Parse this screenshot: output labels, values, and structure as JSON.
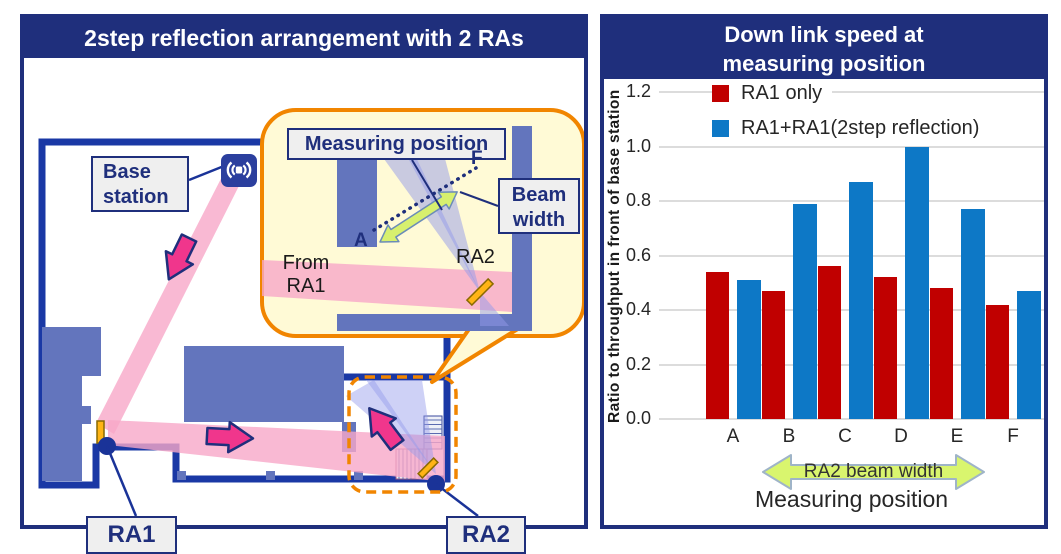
{
  "colors": {
    "navy": "#1f2f7c",
    "wall_blue": "#1a38a5",
    "obstacle_slate": "#6375bd",
    "beam_pink": "#f7a7c8",
    "beam_purple": "#9399ea",
    "arrow_magenta": "#f0368c",
    "balloon_yellow": "#fffad6",
    "balloon_orange": "#f18500",
    "mirror_yellow": "#ffb415",
    "bar_red": "#c00000",
    "bar_blue": "#0d78c6",
    "green_arrow": "#d9f56e"
  },
  "left_panel": {
    "title": "2step reflection arrangement with 2 RAs",
    "labels": {
      "base_station": "Base station",
      "ra1": "RA1",
      "ra2": "RA2"
    },
    "inset": {
      "measuring_position": "Measuring position",
      "beam_width": "Beam width",
      "from_ra1": "From RA1",
      "ra2": "RA2",
      "point_a": "A",
      "point_f": "F"
    }
  },
  "right_panel": {
    "title": "Down link speed at measuring position"
  },
  "chart_data": {
    "type": "bar",
    "title": "Down link speed at measuring position",
    "categories": [
      "A",
      "B",
      "C",
      "D",
      "E",
      "F"
    ],
    "series": [
      {
        "name": "RA1 only",
        "color": "#c00000",
        "values": [
          0.54,
          0.47,
          0.56,
          0.52,
          0.48,
          0.42
        ]
      },
      {
        "name": "RA1+RA1(2step reflection)",
        "color": "#0d78c6",
        "values": [
          0.51,
          0.79,
          0.87,
          1.0,
          0.77,
          0.47
        ]
      }
    ],
    "xlabel": "Measuring position",
    "ylabel": "Ratio to throughput in front of base station",
    "ylim": [
      0,
      1.2
    ],
    "ytick_step": 0.2,
    "grid": true,
    "legend_position": "top-left",
    "annotation": "RA2 beam width"
  }
}
